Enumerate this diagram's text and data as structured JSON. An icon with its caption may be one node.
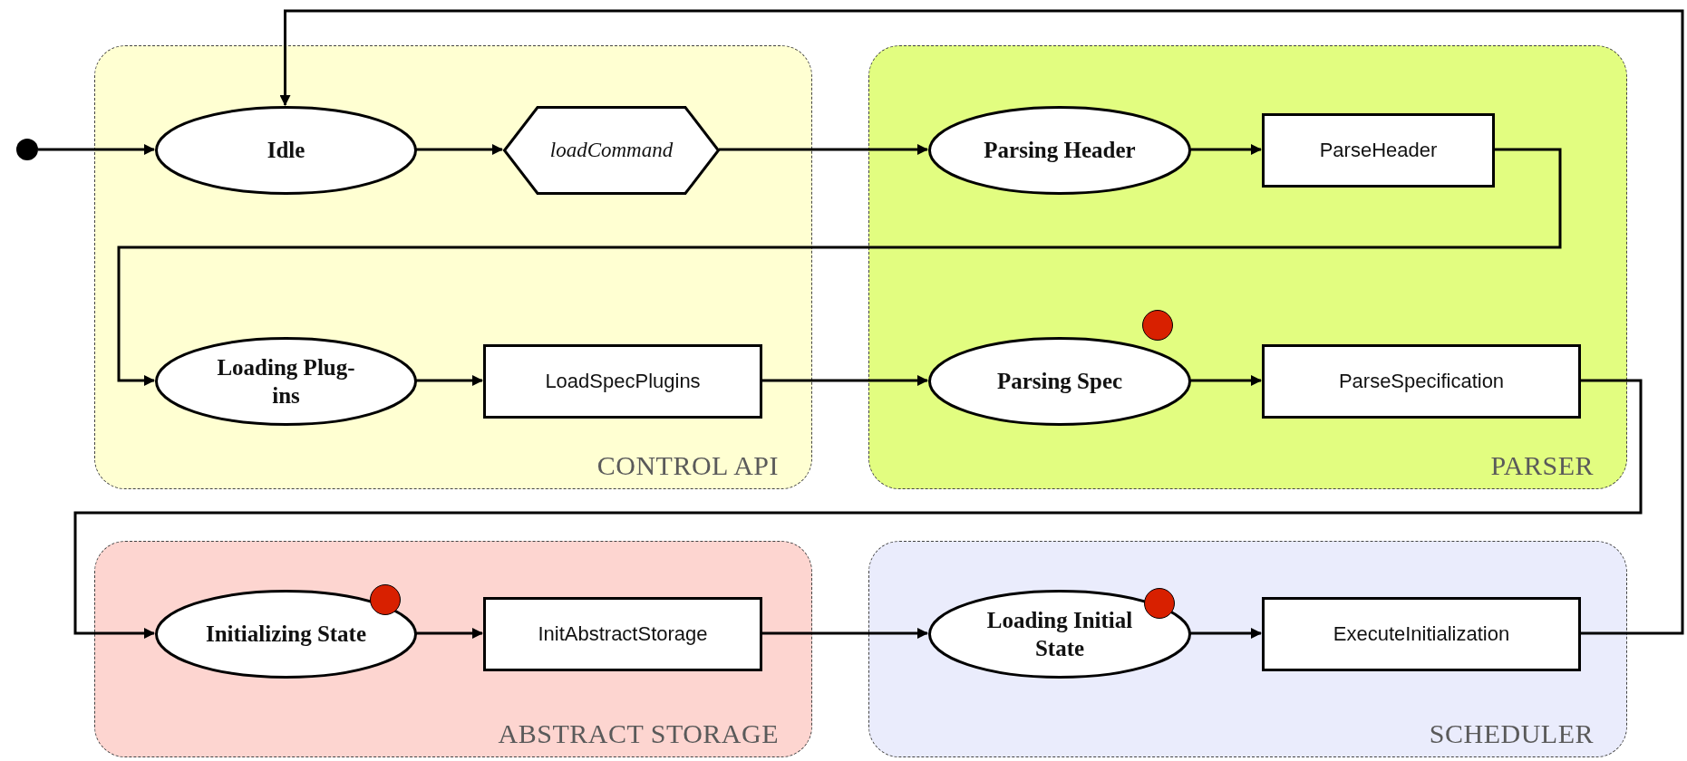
{
  "diagram": {
    "nodes": [
      {
        "text": [],
        "shape": "circle"
      },
      {
        "text": [
          "CONTROL API"
        ]
      },
      {
        "text": [
          "Idle"
        ],
        "in": 1
      },
      {
        "text": [
          "loadCommand"
        ],
        "in": 1
      },
      {
        "text": [
          "Loading Plug-ins"
        ],
        "in": 1
      },
      {
        "text": [
          "LoadSpecPlugins"
        ],
        "in": 1
      },
      {
        "text": [
          "PARSER"
        ]
      },
      {
        "text": [
          "Parsing Header"
        ],
        "in": 6
      },
      {
        "text": [
          "ParseHeader"
        ],
        "in": 6
      },
      {
        "text": [
          "Parsing Spec"
        ],
        "in": 6
      },
      {
        "text": [
          "ParseSpecification"
        ],
        "in": 6
      },
      {
        "text": [
          "ABSTRACT STORAGE"
        ]
      },
      {
        "text": [
          "Initializing State"
        ],
        "in": 11
      },
      {
        "text": [
          "InitAbstractStorage"
        ],
        "in": 11
      },
      {
        "text": [
          "SCHEDULER"
        ]
      },
      {
        "text": [
          "Loading Initial State"
        ],
        "in": 14
      },
      {
        "text": [
          "ExecuteInitialization"
        ],
        "in": 14
      }
    ],
    "edges": [
      {
        "from": 0,
        "to": 2,
        "arrow": "to"
      },
      {
        "from": 2,
        "to": 3,
        "arrow": "to"
      },
      {
        "from": 3,
        "to": 7,
        "arrow": "to"
      },
      {
        "from": 7,
        "to": 8,
        "arrow": "to"
      },
      {
        "from": 8,
        "to": 4,
        "arrow": "to"
      },
      {
        "from": 4,
        "to": 5,
        "arrow": "to"
      },
      {
        "from": 5,
        "to": 9,
        "arrow": "to"
      },
      {
        "from": 9,
        "to": 10,
        "arrow": "to"
      },
      {
        "from": 10,
        "to": 12,
        "arrow": "to"
      },
      {
        "from": 12,
        "to": 13,
        "arrow": "to"
      },
      {
        "from": 13,
        "to": 15,
        "arrow": "to"
      },
      {
        "from": 15,
        "to": 16,
        "arrow": "to"
      },
      {
        "from": 16,
        "to": 2,
        "arrow": "to"
      }
    ]
  }
}
